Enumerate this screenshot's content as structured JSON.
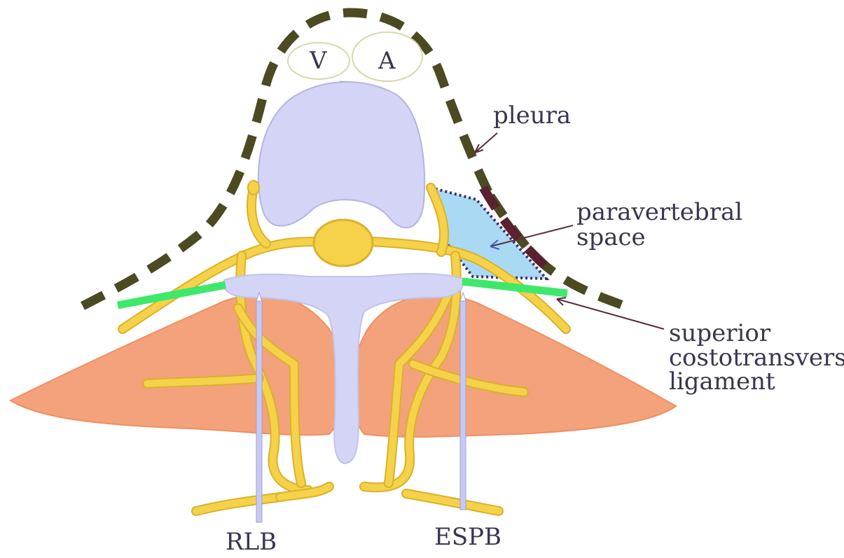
{
  "labels": {
    "vein": "V",
    "artery": "A",
    "pleura": "pleura",
    "paravertebral_line1": "paravertebral",
    "paravertebral_line2": "space",
    "ligament_line1": "superior",
    "ligament_line2": "costotransverse",
    "ligament_line3": "ligament",
    "rlb": "RLB",
    "espb": "ESPB"
  },
  "colors": {
    "pleura_dash": "#4b4a22",
    "pleura_dash_dark": "#5a2130",
    "vertebra": "#d4d4f6",
    "nerve": "#f6d24a",
    "nerve_outline": "#d8b22a",
    "muscle": "#f3a27b",
    "ligament": "#3ee86a",
    "paravertebral_fill": "#a9d9f3",
    "paravertebral_outline": "#3d3068",
    "needle": "#c9c9f0",
    "arrow": "#5a2b3e",
    "arrow_blue": "#3a5fc8"
  },
  "icons": {
    "needle_left": "needle-icon",
    "needle_right": "needle-icon"
  }
}
